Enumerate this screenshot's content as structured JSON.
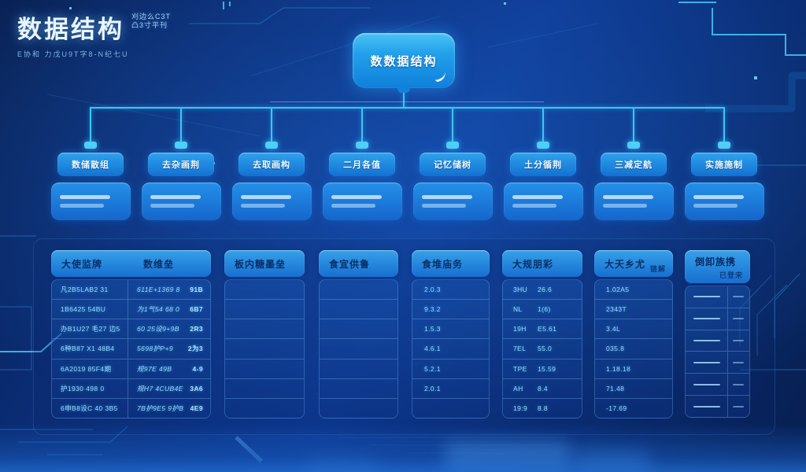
{
  "colors": {
    "accent_cyan": "#3ec6f5",
    "node_blue": "#1e8ae3",
    "header_blue": "#2f9ce8",
    "header_text": "#0a2f66",
    "body_text": "#9adcf9",
    "bg_deep": "#081f50",
    "bg_mid": "#0d3a94"
  },
  "title": {
    "main": "数据结构",
    "suffix_line1": "刈边么C3T",
    "suffix_line2": "凸3寸平刊",
    "subtitle": "E协和 力戊U9T字8-N纪七U"
  },
  "tree": {
    "root_label": "数数据结构",
    "children": [
      {
        "label": "数储散组"
      },
      {
        "label": "去杂画荆"
      },
      {
        "label": "去取画构"
      },
      {
        "label": "二月各值"
      },
      {
        "label": "记忆储树"
      },
      {
        "label": "土分循荆"
      },
      {
        "label": "三减定航"
      },
      {
        "label": "实施施制"
      }
    ]
  },
  "table": {
    "panel_a": {
      "header1": "大使监牌",
      "header2": "数维垒",
      "rows": [
        {
          "c1": "凡2B5LAB2 31",
          "c2": "611E+1369 8",
          "v": "91B"
        },
        {
          "c1": "1B6425 54BU",
          "c2": "为1气54 68 0",
          "v": "6B7"
        },
        {
          "c1": "办B1U27 毛27 边5",
          "c2": "60 25设9+9B",
          "v": "2R3"
        },
        {
          "c1": "6种B87 X1 48B4",
          "c2": "5698护P+9",
          "v": "2为3"
        },
        {
          "c1": "6A2019 85F4期",
          "c2": "规97E 49B",
          "v": "4-9"
        },
        {
          "c1": "护1930 498 0",
          "c2": "规H7 4CUB4E",
          "v": "3A6"
        },
        {
          "c1": "6申B8设C 40 3B5",
          "c2": "7B护9E5 9护B",
          "v": "4E9"
        }
      ]
    },
    "panel_b": {
      "header": "板内糖墨垒"
    },
    "panel_c": {
      "header": "食宜供鲁"
    },
    "panel_d": {
      "header": "食堆庙务",
      "rows": [
        "2.0.3",
        "9.3.2",
        "1.5.3",
        "4.6.1",
        "5.2.1",
        "2.0.1",
        ""
      ]
    },
    "panel_e": {
      "header": "大规朋彩",
      "rows": [
        [
          "3HU",
          "26.6"
        ],
        [
          "NL",
          "1(6)"
        ],
        [
          "19H",
          "E5.61"
        ],
        [
          "7EL",
          "55.0"
        ],
        [
          "TPE",
          "15.59"
        ],
        [
          "AH",
          "8.4"
        ],
        [
          "19:9",
          "8.8"
        ]
      ]
    },
    "panel_f": {
      "header": "大天乡尤",
      "subheader": "链解",
      "rows": [
        "1.02A5",
        "2343T",
        "3.4L",
        "035.8",
        "1.18.18",
        "71.48",
        "-17.69"
      ]
    },
    "panel_g": {
      "header": "倒卸族携",
      "subheader": "已登宋"
    }
  }
}
